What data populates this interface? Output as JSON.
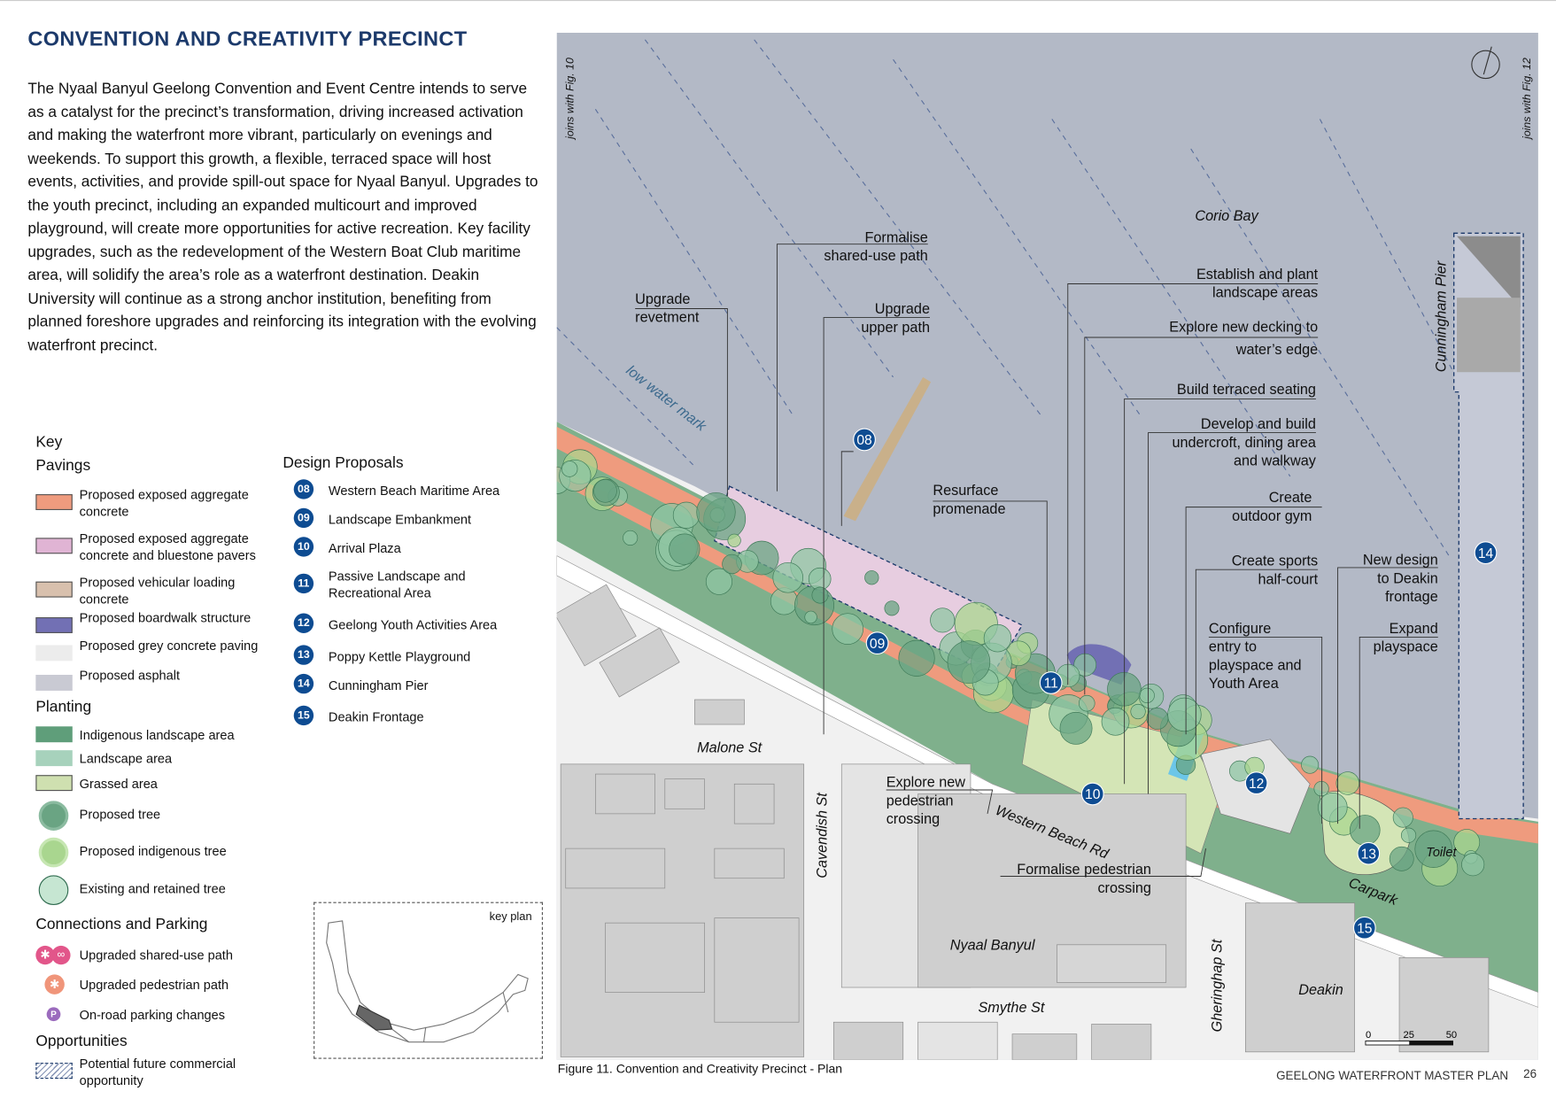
{
  "title": "CONVENTION AND CREATIVITY PRECINCT",
  "intro": "The Nyaal Banyul Geelong Convention and Event Centre intends to serve as a catalyst for the precinct’s transformation, driving increased activation and making the waterfront more vibrant, particularly on evenings and weekends. To support this growth, a flexible, terraced space will host events, activities, and provide spill-out space for Nyaal Banyul. Upgrades to the youth precinct, including an expanded multicourt and improved playground, will create more opportunities for active recreation. Key facility upgrades, such as the redevelopment of the Western Boat Club maritime area, will solidify the area’s role as a waterfront destination. Deakin University will continue as a strong anchor institution, benefiting from planned foreshore upgrades and reinforcing its integration with the evolving waterfront precinct.",
  "key": {
    "heading": "Key",
    "pavings": {
      "heading": "Pavings",
      "items": [
        {
          "label": "Proposed exposed aggregate concrete",
          "color": "#ef9b7e"
        },
        {
          "label": "Proposed exposed aggregate concrete and bluestone pavers",
          "color": "#e0b4d4"
        },
        {
          "label": "Proposed vehicular loading concrete",
          "color": "#d8c0ad"
        },
        {
          "label": "Proposed boardwalk structure",
          "color": "#7270b4"
        },
        {
          "label": "Proposed grey concrete paving",
          "color": "#ececec"
        },
        {
          "label": "Proposed asphalt",
          "color": "#c9cad3"
        }
      ]
    },
    "planting": {
      "heading": "Planting",
      "items": [
        {
          "label": "Indigenous landscape area",
          "color": "#5f9e7a"
        },
        {
          "label": "Landscape area",
          "color": "#a7d2bc"
        },
        {
          "label": "Grassed area",
          "color": "#cfe0b0"
        },
        {
          "label": "Proposed tree",
          "color": "#6aa483"
        },
        {
          "label": "Proposed indigenous tree",
          "color": "#a9d68f"
        },
        {
          "label": "Existing and retained tree",
          "color": "#c6e6d2"
        }
      ]
    },
    "connections": {
      "heading": "Connections and Parking",
      "items": [
        {
          "label": "Upgraded shared-use path",
          "icon": "pedestrian-bicycle-icon"
        },
        {
          "label": "Upgraded pedestrian path",
          "icon": "pedestrian-icon"
        },
        {
          "label": "On-road parking changes",
          "icon": "parking-icon",
          "glyph": "P"
        }
      ]
    },
    "opportunities": {
      "heading": "Opportunities",
      "items": [
        {
          "label": "Potential future commercial opportunity"
        }
      ]
    }
  },
  "design_proposals": {
    "heading": "Design Proposals",
    "items": [
      {
        "num": "08",
        "label": "Western Beach Maritime Area"
      },
      {
        "num": "09",
        "label": "Landscape Embankment"
      },
      {
        "num": "10",
        "label": "Arrival Plaza"
      },
      {
        "num": "11",
        "label": "Passive Landscape and Recreational Area"
      },
      {
        "num": "12",
        "label": "Geelong Youth Activities Area"
      },
      {
        "num": "13",
        "label": "Poppy Kettle Playground"
      },
      {
        "num": "14",
        "label": "Cunningham Pier"
      },
      {
        "num": "15",
        "label": "Deakin Frontage"
      }
    ]
  },
  "key_plan": "key plan",
  "map": {
    "joins_left": "joins with Fig. 10",
    "joins_right": "joins with Fig. 12",
    "corio_bay": "Corio Bay",
    "low_water_mark": "low water mark",
    "cunningham_pier": "Cunningham Pier",
    "annotations": {
      "shared_use": [
        "Formalise",
        "shared-use path"
      ],
      "revetment": [
        "Upgrade",
        "revetment"
      ],
      "upper_path": [
        "Upgrade",
        "upper path"
      ],
      "establish": [
        "Establish and plant",
        "landscape areas"
      ],
      "decking": [
        "Explore new decking to",
        "water’s edge"
      ],
      "terraced": [
        "Build terraced seating"
      ],
      "undercroft": [
        "Develop and build",
        "undercroft, dining area",
        "and walkway"
      ],
      "promenade": [
        "Resurface",
        "promenade"
      ],
      "gym": [
        "Create",
        "outdoor gym"
      ],
      "halfcourt": [
        "Create sports",
        "half-court"
      ],
      "deakin_frontage": [
        "New design",
        "to Deakin",
        "frontage"
      ],
      "configure": [
        "Configure",
        "entry to",
        "playspace and",
        "Youth Area"
      ],
      "playspace": [
        "Expand",
        "playspace"
      ],
      "ped_crossing": [
        "Explore new",
        "pedestrian",
        "crossing"
      ],
      "formalise_crossing": [
        "Formalise pedestrian",
        "crossing"
      ]
    },
    "streets": {
      "malone": "Malone St",
      "cavendish": "Cavendish St",
      "western_beach": "Western Beach Rd",
      "smythe": "Smythe St",
      "gheringhap": "Gheringhap St",
      "carpark": "Carpark"
    },
    "places": {
      "nyaal_banyul": "Nyaal Banyul",
      "deakin": "Deakin",
      "toilet": "Toilet"
    },
    "badges": [
      "08",
      "09",
      "10",
      "11",
      "12",
      "13",
      "14",
      "15"
    ],
    "scale": [
      "0",
      "25",
      "50"
    ]
  },
  "caption": "Figure 11.  Convention and Creativity Precinct - Plan",
  "footer": "GEELONG WATERFRONT MASTER PLAN",
  "page_number": "26"
}
